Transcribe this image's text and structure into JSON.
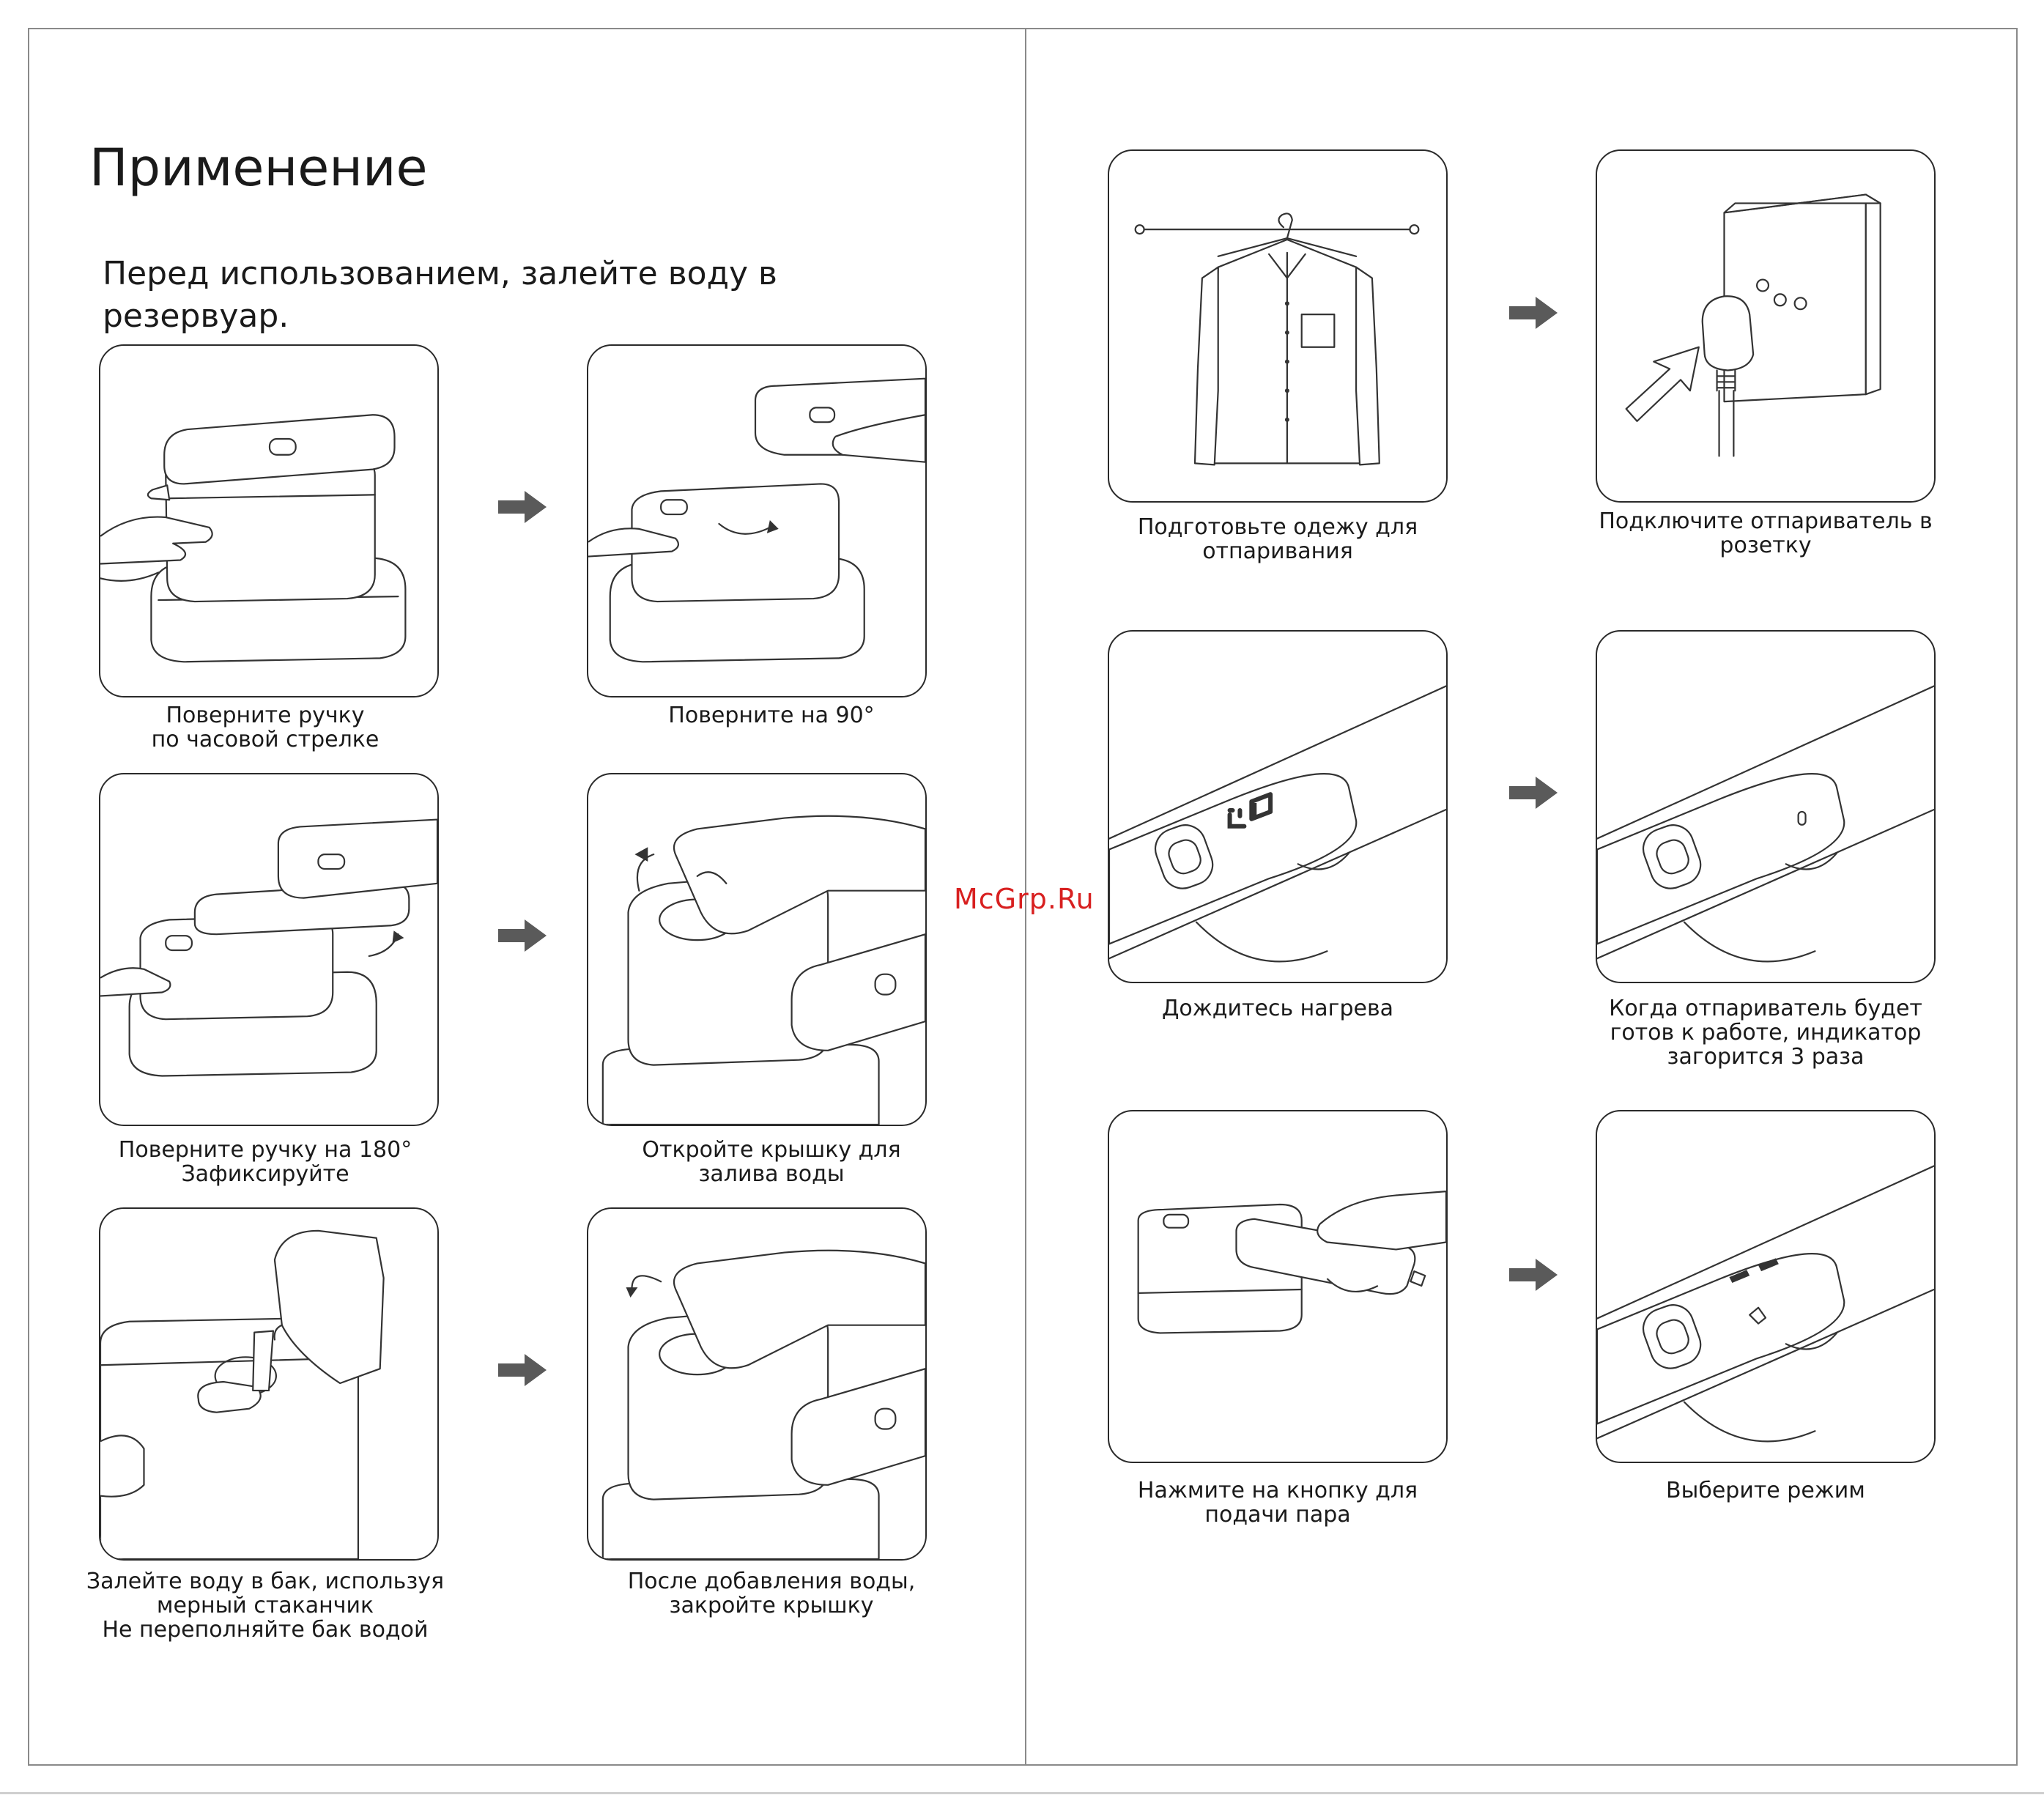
{
  "page": {
    "title": "Применение",
    "intro": "Перед использованием, залейте воду в резервуар.",
    "watermark": "McGrp.Ru",
    "accent_arrow_color": "#5a5a5a"
  },
  "steps": [
    {
      "caption": "Поверните ручку\nпо часовой стрелке",
      "icon": "rotate-handle-illustration"
    },
    {
      "caption": "Поверните на 90°",
      "icon": "rotate-90-illustration"
    },
    {
      "caption": "Поверните ручку на 180°\nЗафиксируйте",
      "icon": "rotate-180-illustration"
    },
    {
      "caption": "Откройте крышку для\nзалива воды",
      "icon": "open-lid-illustration"
    },
    {
      "caption": "Залейте воду в бак, используя\nмерный стаканчик\nНе переполняйте бак водой",
      "icon": "pour-water-illustration"
    },
    {
      "caption": "После добавления воды,\nзакройте крышку",
      "icon": "close-lid-illustration"
    },
    {
      "caption": "Подготовьте одежу для\nотпаривания",
      "icon": "shirt-on-hanger-illustration"
    },
    {
      "caption": "Подключите отпариватель в\nрозетку",
      "icon": "plug-socket-illustration"
    },
    {
      "caption": "Дождитесь нагрева",
      "icon": "heating-display-illustration"
    },
    {
      "caption": "Когда отпариватель будет\nготов к работе, индикатор\nзагорится 3 раза",
      "icon": "ready-indicator-illustration"
    },
    {
      "caption": "Нажмите на кнопку для\nподачи пара",
      "icon": "press-steam-button-illustration"
    },
    {
      "caption": "Выберите режим",
      "icon": "select-mode-illustration"
    }
  ],
  "display": {
    "heating_readout": "LO"
  }
}
